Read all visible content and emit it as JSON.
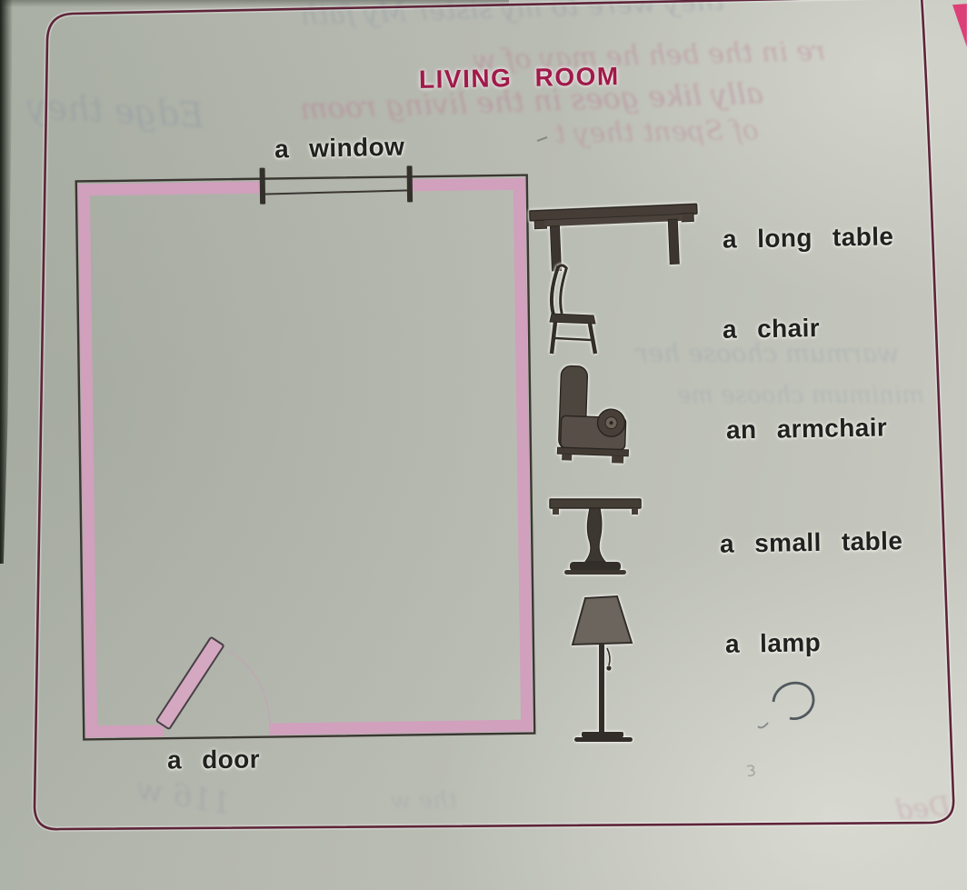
{
  "title": "LIVING ROOM",
  "plan": {
    "window_label": "a window",
    "door_label": "a door"
  },
  "legend": {
    "items": [
      {
        "name": "long-table",
        "label": "a long table"
      },
      {
        "name": "chair",
        "label": "a chair"
      },
      {
        "name": "armchair",
        "label": "an armchair"
      },
      {
        "name": "small-table",
        "label": "a small table"
      },
      {
        "name": "lamp",
        "label": "a lamp"
      }
    ]
  },
  "colors": {
    "title_text": "#a01a4a",
    "wall_pink": "#d0a0bc",
    "door_pink": "#d5a8c1",
    "plan_outline": "#3a3632",
    "page_border": "#5e2439",
    "label_ink": "#21211f",
    "furniture": "#4a423b",
    "paper": "#b9bcb3",
    "corner_pink": "#dd3f78"
  },
  "bleedthrough": {
    "fragments": [
      "they were to my sister  My fath",
      "re in the beh  he may of w",
      "ally like goes in the living room",
      "Edge they",
      "of Spent they t",
      "warmum choose her",
      "minimum choose me",
      "116 w",
      "Ded",
      "the w"
    ]
  }
}
